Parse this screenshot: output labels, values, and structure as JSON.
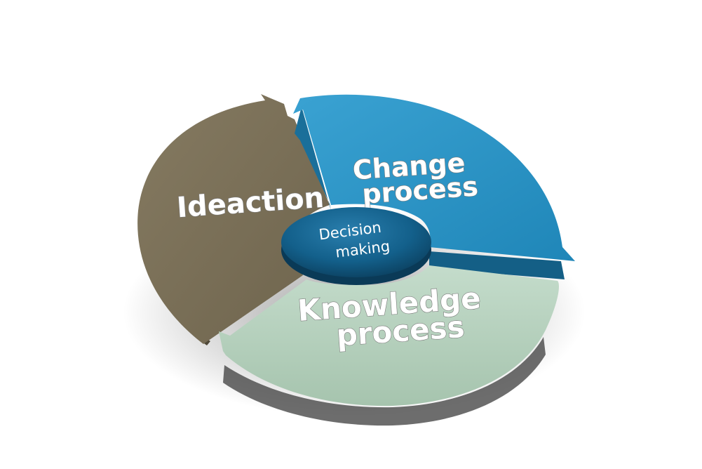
{
  "diagram": {
    "center_label_line1": "Decision",
    "center_label_line2": "making",
    "segments": [
      {
        "label_line1": "Ideaction",
        "label_line2": "",
        "color": "#7A6F57"
      },
      {
        "label_line1": "Change",
        "label_line2": "process",
        "color": "#2A92C2"
      },
      {
        "label_line1": "Knowledge",
        "label_line2": "process",
        "color": "#B5D0BD"
      }
    ],
    "center_color": "#10577F"
  }
}
